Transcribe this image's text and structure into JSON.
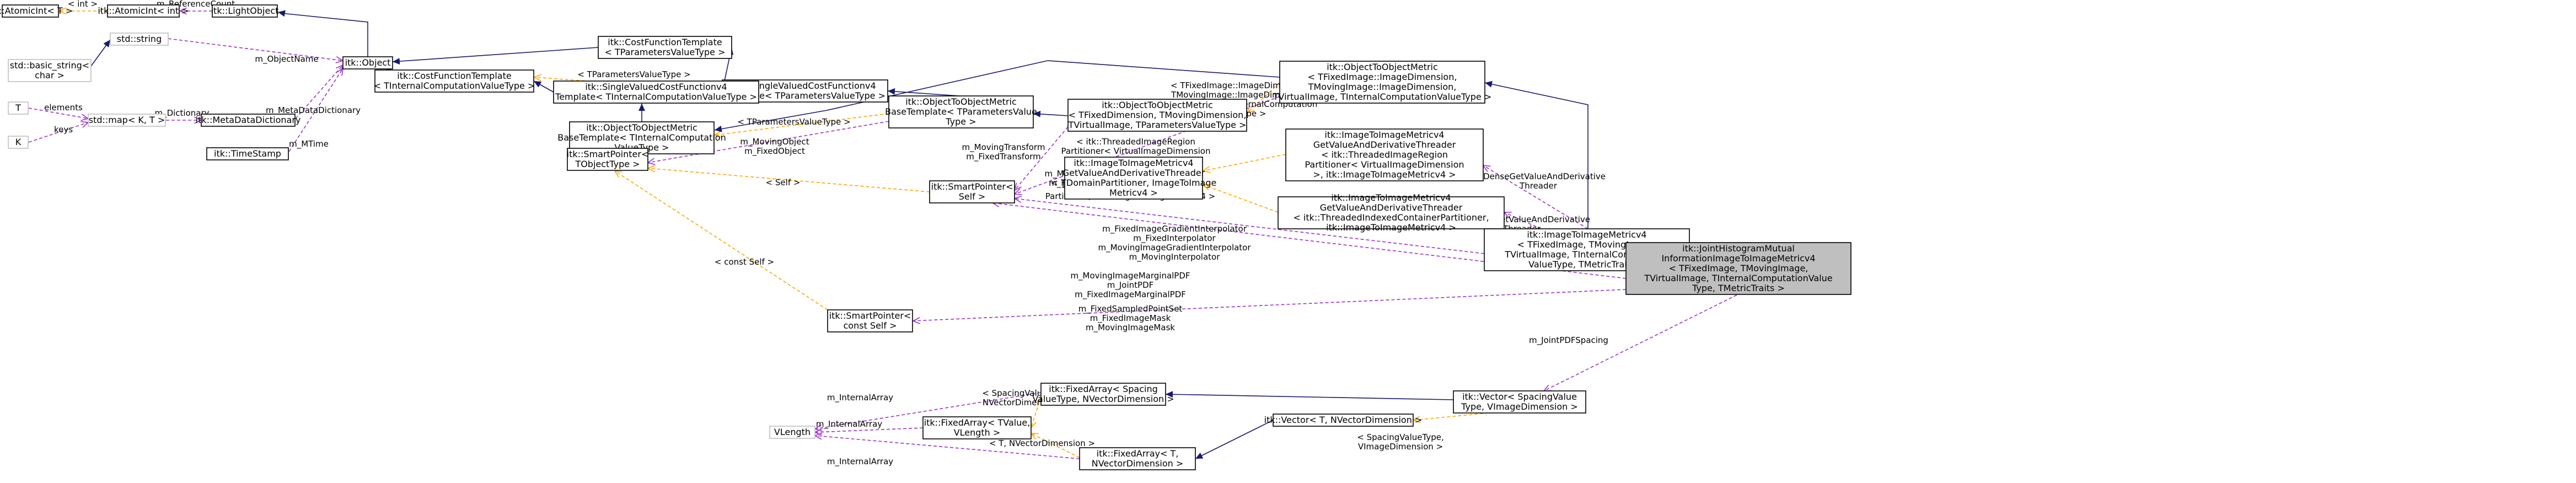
{
  "diagram": {
    "colors": {
      "inheritance": "#191970",
      "usage": "#9a32cd",
      "template": "#ffa500",
      "grey_border": "#bfbfbf",
      "highlight": "#bfbfbf"
    },
    "nodes": {
      "atomicint_t": [
        "itk::AtomicInt< T >"
      ],
      "atomicint_int": [
        "itk::AtomicInt< int >"
      ],
      "lightobject": [
        "itk::LightObject"
      ],
      "std_string": [
        "std::string"
      ],
      "std_basic_string": [
        "std::basic_string<",
        "char >"
      ],
      "T": [
        "T"
      ],
      "K": [
        "K"
      ],
      "std_map": [
        "std::map< K, T >"
      ],
      "metadatadictionary": [
        "itk::MetaDataDictionary"
      ],
      "timestamp": [
        "itk::TimeStamp"
      ],
      "object": [
        "itk::Object"
      ],
      "costfunctiontemplate_p": [
        "itk::CostFunctionTemplate",
        "< TParametersValueType >"
      ],
      "costfunctiontemplate_i": [
        "itk::CostFunctionTemplate",
        "< TInternalComputationValueType >"
      ],
      "svcf_p": [
        "itk::SingleValuedCostFunctionv4",
        "Template< TParametersValueType >"
      ],
      "svcf_i": [
        "itk::SingleValuedCostFunctionv4",
        "Template< TInternalComputationValueType >"
      ],
      "o2o_base_i": [
        "itk::ObjectToObjectMetric",
        "BaseTemplate< TInternalComputation",
        "ValueType >"
      ],
      "o2o_base_p": [
        "itk::ObjectToObjectMetric",
        "BaseTemplate< TParametersValue",
        "Type >"
      ],
      "smartpointer_t": [
        "itk::SmartPointer<",
        "TObjectType >"
      ],
      "smartpointer_self": [
        "itk::SmartPointer<",
        "Self >"
      ],
      "smartpointer_constself": [
        "itk::SmartPointer<",
        "const Self >"
      ],
      "o2o_metric_v": [
        "itk::ObjectToObjectMetric",
        "< TFixedDimension, TMovingDimension,",
        "TVirtualImage, TParametersValueType >"
      ],
      "o2o_metric_full": [
        "itk::ObjectToObjectMetric",
        "< TFixedImage::ImageDimension,",
        "TMovingImage::ImageDimension,",
        "TVirtualImage, TInternalComputationValueType >"
      ],
      "threader_dense": [
        "itk::ImageToImageMetricv4",
        "GetValueAndDerivativeThreader",
        "< itk::ThreadedImageRegion",
        "Partitioner< VirtualImageDimension",
        ">, itk::ImageToImageMetricv4 >"
      ],
      "threader_sparse": [
        "itk::ImageToImageMetricv4",
        "GetValueAndDerivativeThreader",
        "< itk::ThreadedIndexedContainerPartitioner,",
        "itk::ImageToImageMetricv4 >"
      ],
      "threader_generic": [
        "itk::ImageToImageMetricv4",
        "GetValueAndDerivativeThreader",
        "< TDomainPartitioner, ImageToImage",
        "Metricv4 >"
      ],
      "imagetoimagemetricv4": [
        "itk::ImageToImageMetricv4",
        "< TFixedImage, TMovingImage,",
        "TVirtualImage, TInternalComputation",
        "ValueType, TMetricTraits >"
      ],
      "jointhistogram": [
        "itk::JointHistogramMutual",
        "InformationImageToImageMetricv4",
        "< TFixedImage, TMovingImage,",
        "TVirtualImage, TInternalComputationValue",
        "Type, TMetricTraits >"
      ],
      "vlength": [
        "VLength"
      ],
      "fixedarray_tvalue": [
        "itk::FixedArray< TValue,",
        "VLength >"
      ],
      "fixedarray_spacing": [
        "itk::FixedArray< Spacing",
        "ValueType, NVectorDimension >"
      ],
      "fixedarray_t": [
        "itk::FixedArray< T,",
        "NVectorDimension >"
      ],
      "vector_t": [
        "itk::Vector< T, NVectorDimension >"
      ],
      "vector_spacing": [
        "itk::Vector< SpacingValue",
        "Type, VImageDimension >"
      ]
    },
    "edge_labels": {
      "e_int": [
        "< int >"
      ],
      "e_refcount": [
        "m_ReferenceCount"
      ],
      "e_objname": [
        "m_ObjectName"
      ],
      "e_elements": [
        "elements"
      ],
      "e_keys": [
        "keys"
      ],
      "e_dictionary": [
        "m_Dictionary"
      ],
      "e_metadict": [
        "m_MetaDataDictionary"
      ],
      "e_mtime": [
        "m_MTime"
      ],
      "e_tpl_params": [
        "< TParametersValueType >"
      ],
      "e_tpl_params2": [
        "< TParametersValueType >"
      ],
      "e_tpl_fixed": [
        "< TFixedImage::ImageDimension,",
        "TMovingImage::ImageDimension,",
        "TVirtualImage, TInternalComputation",
        "ValueType >"
      ],
      "e_movfix_obj": [
        "m_MovingObject",
        "m_FixedObject"
      ],
      "e_movfix_obj2": [
        "m_MovingObject",
        "m_FixedObject"
      ],
      "e_mov_transform1": [
        "m_MovingTransform",
        "m_FixedTransform"
      ],
      "e_mov_transform2": [
        "m_MovingTransform",
        "m_FixedTransform"
      ],
      "e_self": [
        "< Self >"
      ],
      "e_constself": [
        "< const Self >"
      ],
      "e_threaded_region": [
        "< itk::ThreadedImageRegion",
        "Partitioner< VirtualImageDimension",
        ">, itk::ImageToImageMetricv4 >"
      ],
      "e_threaded_indexed": [
        "< itk::ThreadedIndexedContainer",
        "Partitioner, itk::ImageToImageMetricv4 >"
      ],
      "e_dense": [
        "m_DenseGetValueAndDerivative",
        "Threader"
      ],
      "e_sparse": [
        "m_SparseGetValueAndDerivative",
        "Threader"
      ],
      "e_interpolators": [
        "m_FixedImageGradientInterpolator",
        "m_FixedInterpolator",
        "m_MovingImageGradientInterpolator",
        "m_MovingInterpolator"
      ],
      "e_marginal": [
        "m_MovingImageMarginalPDF",
        "m_JointPDF",
        "m_FixedImageMarginalPDF"
      ],
      "e_sampled": [
        "m_FixedSampledPointSet",
        "m_FixedImageMask",
        "m_MovingImageMask"
      ],
      "e_jointpdfspacing": [
        "m_JointPDFSpacing"
      ],
      "e_internal1": [
        "m_InternalArray"
      ],
      "e_internal2": [
        "m_InternalArray"
      ],
      "e_internal3": [
        "m_InternalArray"
      ],
      "e_spacing_nvec": [
        "< SpacingValueType,",
        "NVectorDimension >"
      ],
      "e_t_nvec": [
        "< T, NVectorDimension >"
      ],
      "e_spacing_vimage": [
        "< SpacingValueType,",
        "VImageDimension >"
      ]
    }
  }
}
